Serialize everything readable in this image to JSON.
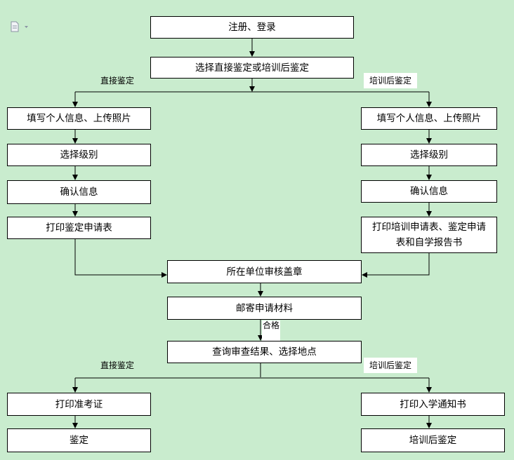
{
  "nodes": {
    "register_login": "注册、登录",
    "choose_type": "选择直接鉴定或培训后鉴定",
    "left_fill_info": "填写个人信息、上传照片",
    "left_select_level": "选择级别",
    "left_confirm": "确认信息",
    "left_print": "打印鉴定申请表",
    "right_fill_info": "填写个人信息、上传照片",
    "right_select_level": "选择级别",
    "right_confirm": "确认信息",
    "right_print": "打印培训申请表、鉴定申请表和自学报告书",
    "unit_review": "所在单位审核盖章",
    "mail_materials": "邮寄申请材料",
    "query_result": "查询审查结果、选择地点",
    "print_admission": "打印准考证",
    "appraisal": "鉴定",
    "print_notice": "打印入学通知书",
    "post_training_appraisal": "培训后鉴定"
  },
  "labels": {
    "direct_top": "直接鉴定",
    "training_top": "培训后鉴定",
    "pass": "合格",
    "direct_bottom": "直接鉴定",
    "training_bottom": "培训后鉴定"
  },
  "colors": {
    "background": "#c9ecce",
    "box": "#ffffff",
    "line": "#000000"
  },
  "icons": {
    "corner": "document-icon"
  }
}
